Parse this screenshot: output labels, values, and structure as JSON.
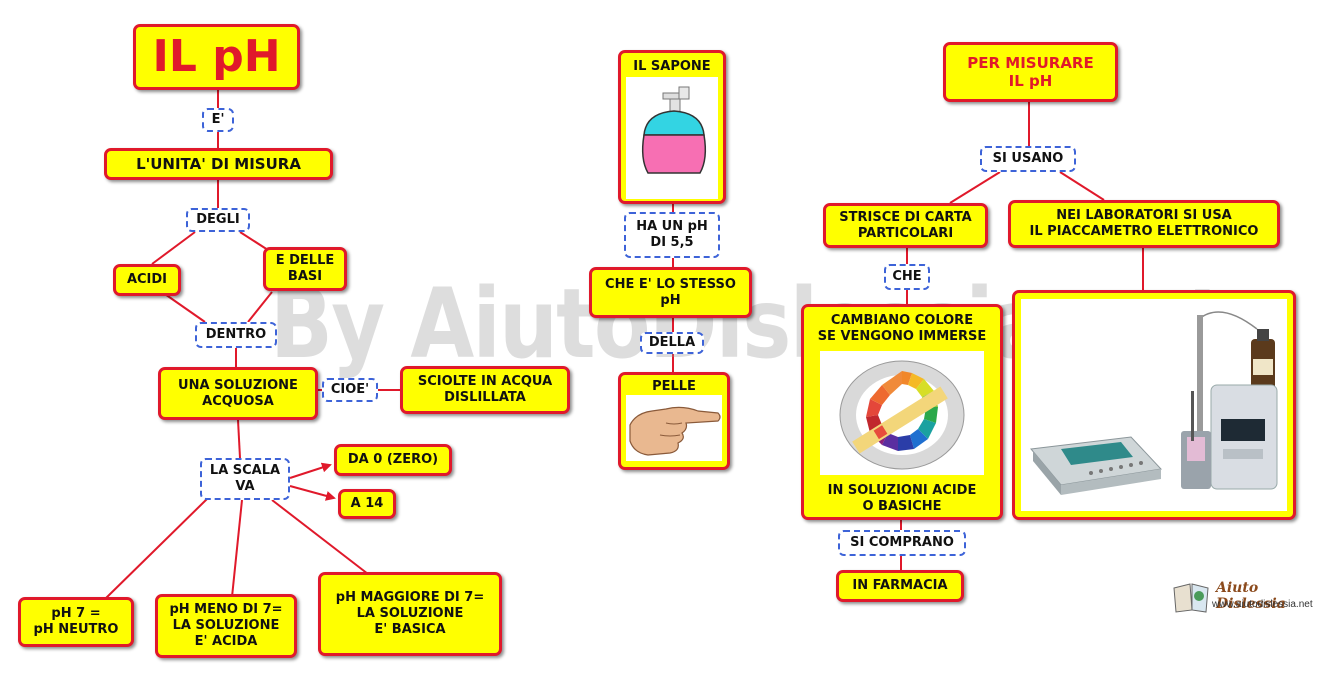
{
  "watermark": "By AiutoDislessia.net",
  "left": {
    "title": "IL pH",
    "e": "E'",
    "unit": "L'UNITA' DI MISURA",
    "degli": "DEGLI",
    "acidi": "ACIDI",
    "basi": "E DELLE\nBASI",
    "dentro": "DENTRO",
    "solution": "UNA SOLUZIONE\nACQUOSA",
    "cioe": "CIOE'",
    "dissolved": "SCIOLTE IN ACQUA\nDISLILLATA",
    "scale": "LA SCALA\nVA",
    "from": "DA 0 (ZERO)",
    "to": "A 14",
    "neutral": "pH  7 =\npH NEUTRO",
    "acid": "pH MENO DI 7=\nLA SOLUZIONE\nE' ACIDA",
    "basic": "pH MAGGIORE DI 7=\nLA SOLUZIONE\nE' BASICA"
  },
  "middle": {
    "soap": "IL SAPONE",
    "ph_value": "HA UN pH\nDI 5,5",
    "same": "CHE E' LO STESSO\npH",
    "della": "DELLA",
    "skin": "PELLE"
  },
  "right": {
    "title": "PER MISURARE\nIL pH",
    "si_usano": "SI USANO",
    "strips": "STRISCE DI CARTA\nPARTICOLARI",
    "lab": "NEI LABORATORI SI USA\nIL PIACCAMETRO ELETTRONICO",
    "che": "CHE",
    "color_change": "CAMBIANO COLORE\nSE VENGONO IMMERSE",
    "solutions": "IN SOLUZIONI ACIDE\nO BASICHE",
    "buy": "SI COMPRANO",
    "pharmacy": "IN FARMACIA"
  },
  "logo": {
    "brand": "Aiuto Dislessia",
    "url": "www.aiutodislessia.net"
  },
  "colors": {
    "box_fill": "#ffff00",
    "box_border": "#e0192b",
    "link_border": "#3d63d8",
    "connector": "#e0192b"
  }
}
